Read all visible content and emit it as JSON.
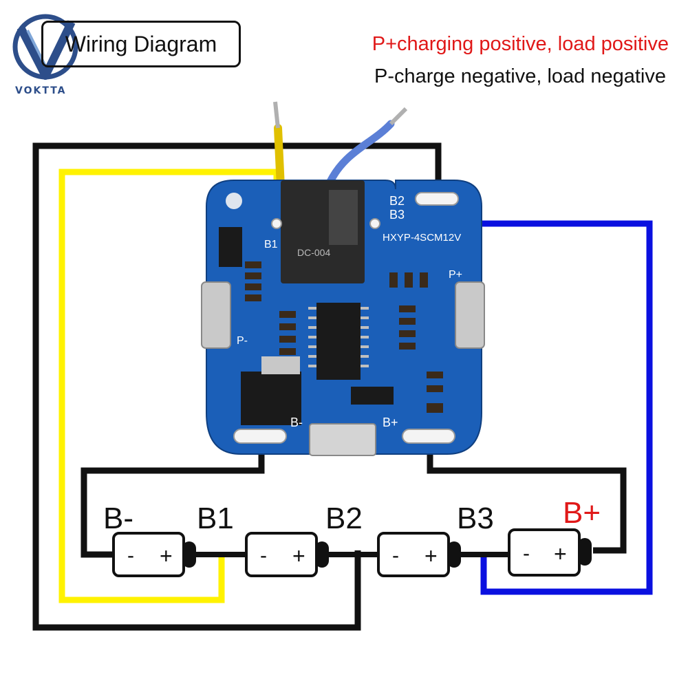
{
  "brand": {
    "logo_text": "VOKTTA"
  },
  "title": "Wiring Diagram",
  "notes": {
    "p_plus": "P+charging positive, load positive",
    "p_minus": "P-charge negative, load negative"
  },
  "cells": [
    {
      "label": "B-",
      "minus": "-",
      "plus": "+"
    },
    {
      "label": "B1",
      "minus": "-",
      "plus": "+"
    },
    {
      "label": "B2",
      "minus": "-",
      "plus": "+"
    },
    {
      "label": "B3",
      "minus": "-",
      "plus": "+"
    }
  ],
  "b_plus_label": "B+",
  "board": {
    "silkscreen_model": "HXYP-4SCM12V",
    "pads": {
      "b_minus": "B-",
      "b_plus": "B+",
      "b2": "B2",
      "b3": "B3",
      "b1": "B1",
      "p_minus": "P-",
      "p_plus": "P+"
    },
    "connector": "DC-004"
  },
  "colors": {
    "wire_black": "#111111",
    "wire_yellow": "#fff200",
    "wire_blue": "#0a10e0",
    "board_blue": "#1b5fb8",
    "label_red": "#e01818"
  }
}
